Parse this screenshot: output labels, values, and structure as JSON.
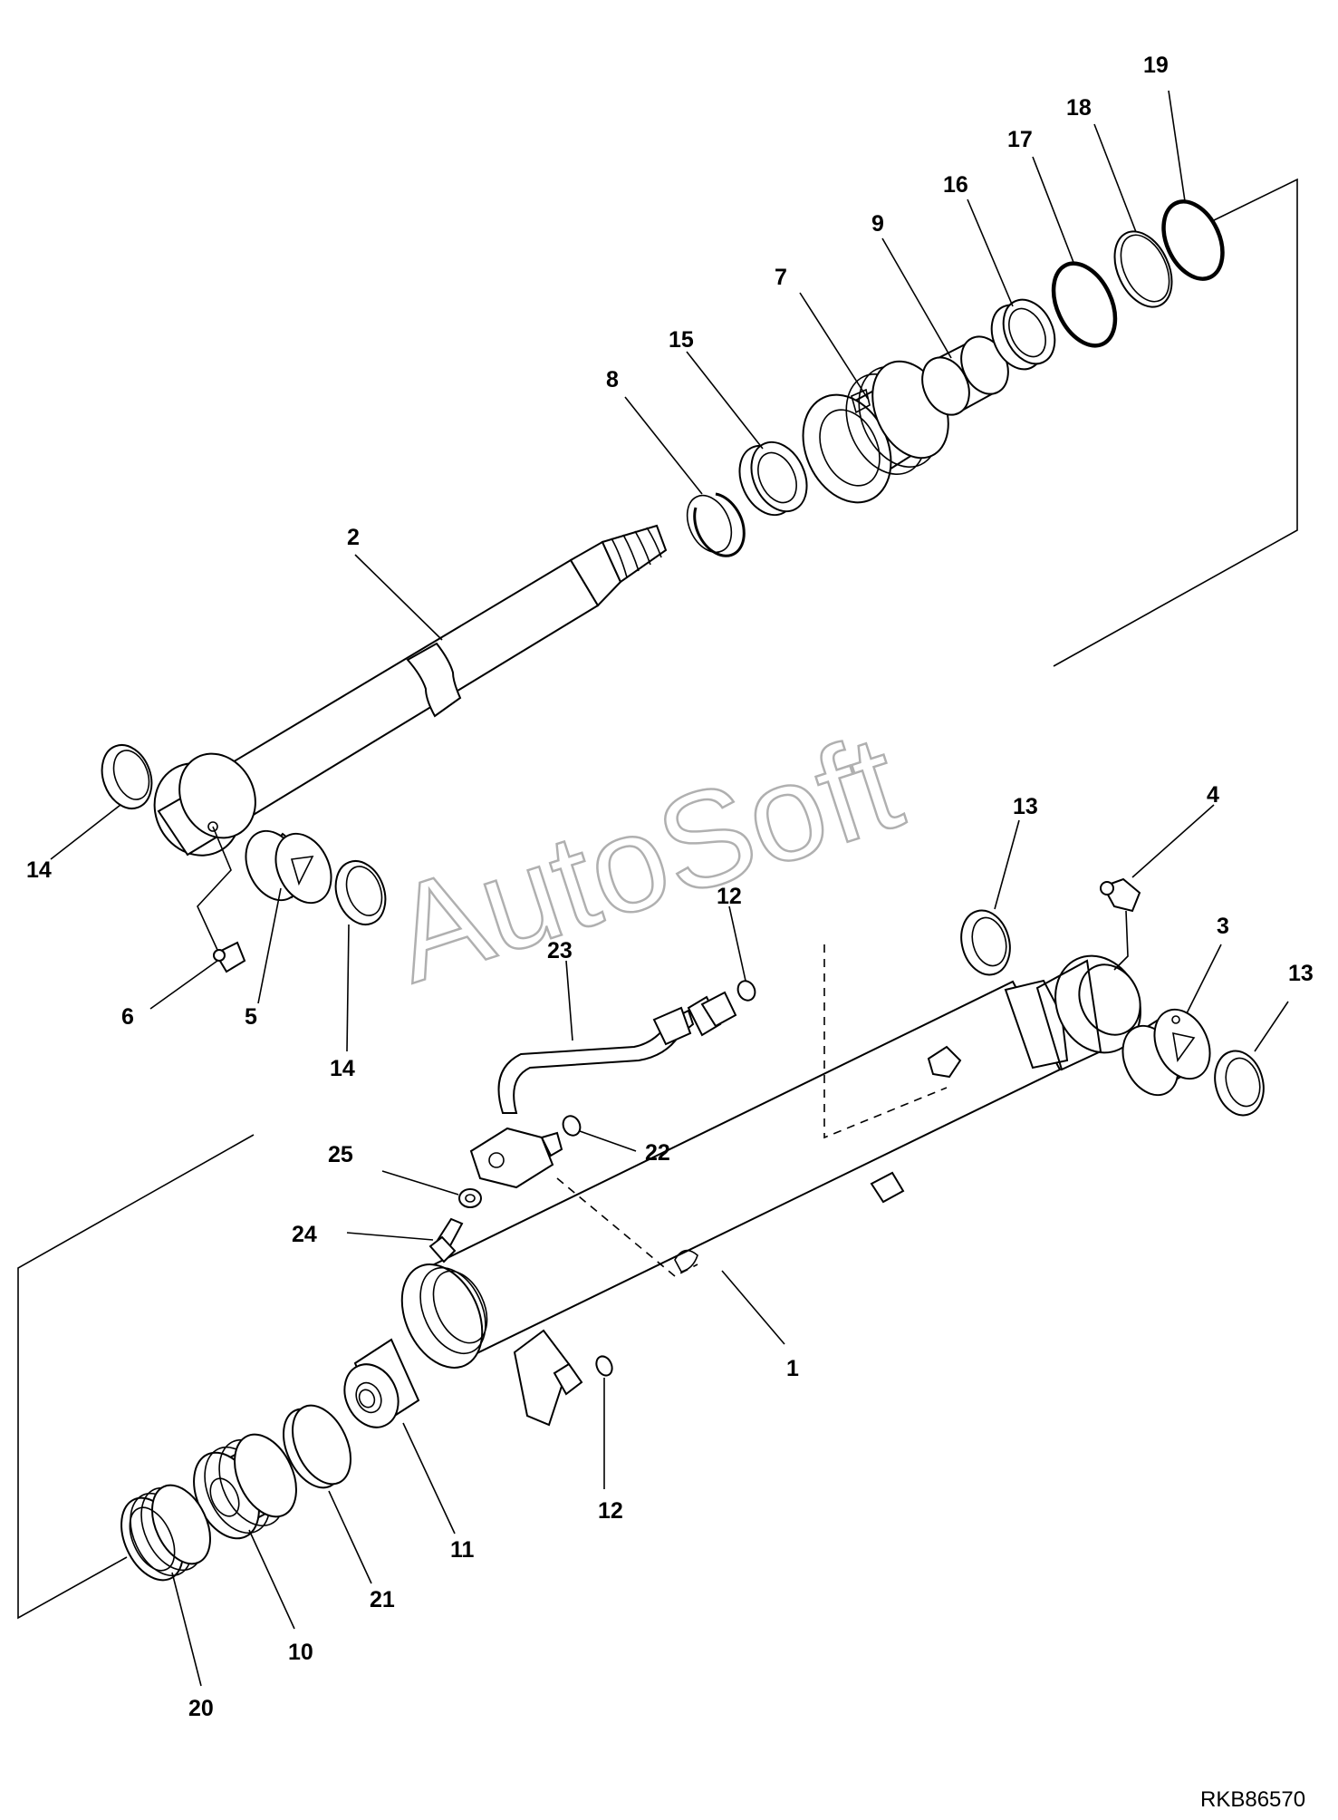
{
  "watermark": "AutoSoft",
  "drawing_ref": "RKB86570",
  "callouts": {
    "c1": "1",
    "c2": "2",
    "c3": "3",
    "c4": "4",
    "c5": "5",
    "c6": "6",
    "c7": "7",
    "c8": "8",
    "c9": "9",
    "c10": "10",
    "c11": "11",
    "c12a": "12",
    "c12b": "12",
    "c13a": "13",
    "c13b": "13",
    "c14a": "14",
    "c14b": "14",
    "c15": "15",
    "c16": "16",
    "c17": "17",
    "c18": "18",
    "c19": "19",
    "c20": "20",
    "c21": "21",
    "c22": "22",
    "c23": "23",
    "c24": "24",
    "c25": "25"
  }
}
